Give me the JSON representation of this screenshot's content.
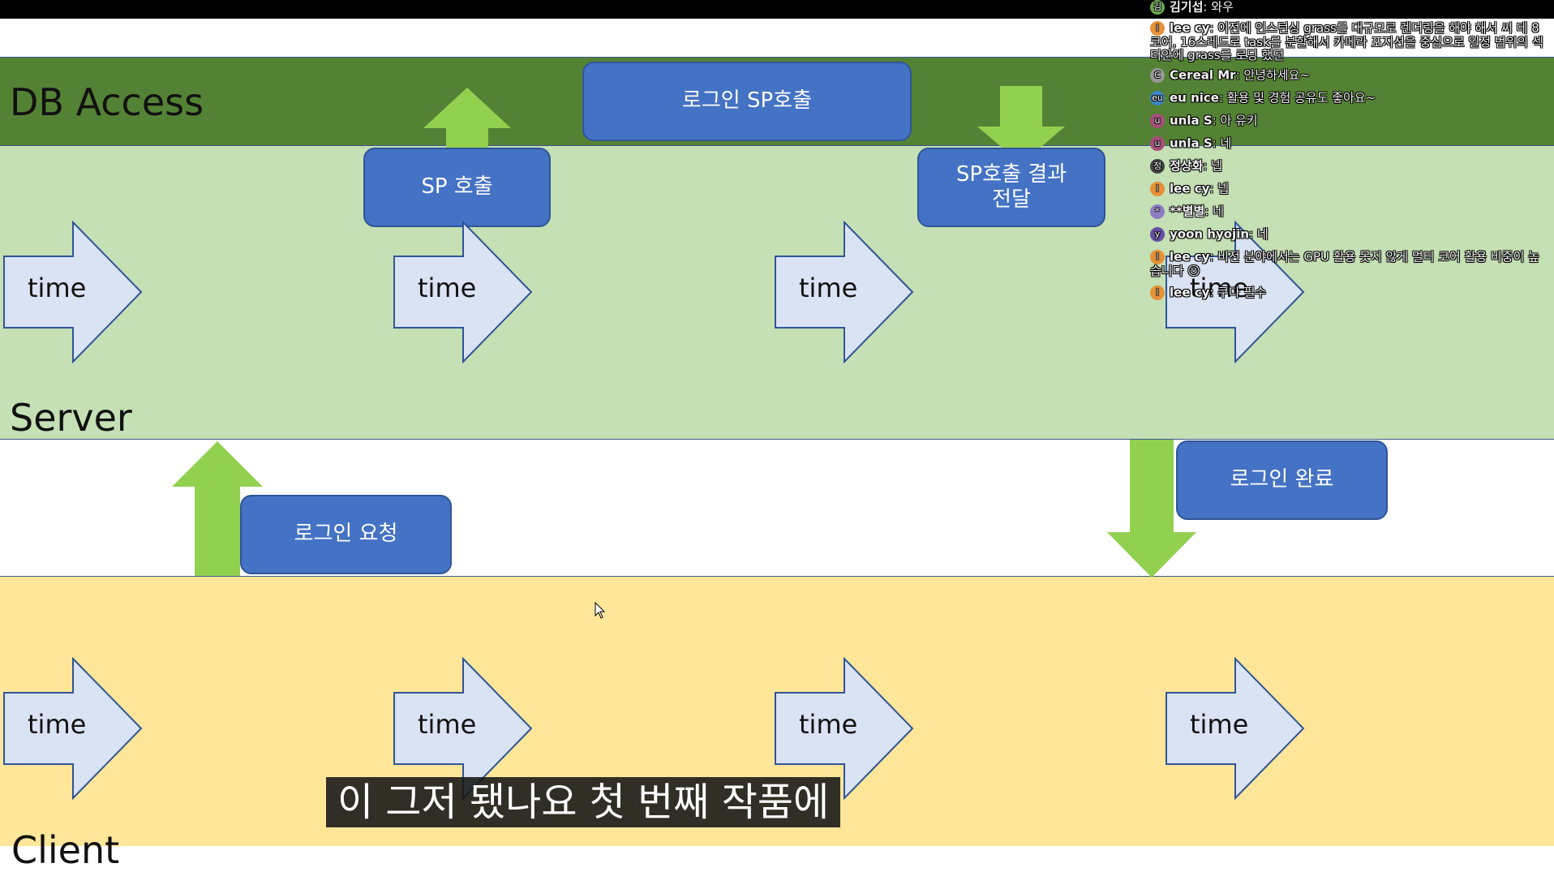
{
  "lanes": {
    "db_access": "DB Access",
    "server": "Server",
    "client_partial": "Client"
  },
  "boxes": {
    "login_sp_call": "로그인 SP호출",
    "sp_call": "SP 호출",
    "sp_result": "SP호출 결과\n전달",
    "login_done": "로그인 완료",
    "login_request": "로그인 요청"
  },
  "time_label": "time",
  "colors": {
    "db_band": "#548235",
    "server_band": "#c5e0b4",
    "client_band": "#ffe699",
    "box": "#4472c4",
    "green_arrow": "#92d050",
    "time_arrow": "#dae3f3"
  },
  "chat": [
    {
      "user": "김기섭",
      "text": "와우",
      "avatar": "김",
      "color": "#6aa84f"
    },
    {
      "user": "lee cy",
      "text": "이전에 인스턴싱 grass를 대규모로 렌더링을 해야 해서 씨 데 8코어, 16스레드로 task를 분할해서 카메라 포지션을 중심으로 일정 범위의 섹터안에 grass를 로딩 했던",
      "avatar": "l",
      "color": "#e69138"
    },
    {
      "user": "Cereal Mr",
      "text": "안녕하세요~",
      "avatar": "C",
      "color": "#999999"
    },
    {
      "user": "eu nice",
      "text": "활용 및 경험 공유도 좋아요~",
      "avatar": "eu",
      "color": "#3d85c6"
    },
    {
      "user": "unla S",
      "text": "아 유키",
      "avatar": "u",
      "color": "#a64d79"
    },
    {
      "user": "unla S",
      "text": "네",
      "avatar": "u",
      "color": "#a64d79"
    },
    {
      "user": "정상화",
      "text": "넵",
      "avatar": "정",
      "color": "#444444"
    },
    {
      "user": "lee cy",
      "text": "넵",
      "avatar": "l",
      "color": "#e69138"
    },
    {
      "user": "**별별",
      "text": "네",
      "avatar": "*",
      "color": "#8e7cc3"
    },
    {
      "user": "yoon hyojin",
      "text": "네",
      "avatar": "y",
      "color": "#674ea7"
    },
    {
      "user": "lee cy",
      "text": "비전 분야에서는 GPU 활용 못지 않게 멀티 코어 활용 비중이 높습니다 ☺",
      "avatar": "l",
      "color": "#e69138"
    },
    {
      "user": "lee cy",
      "text": "쿠다 필수",
      "avatar": "l",
      "color": "#e69138"
    }
  ],
  "subtitle": "이 그저 됐나요 첫 번째 작품에"
}
